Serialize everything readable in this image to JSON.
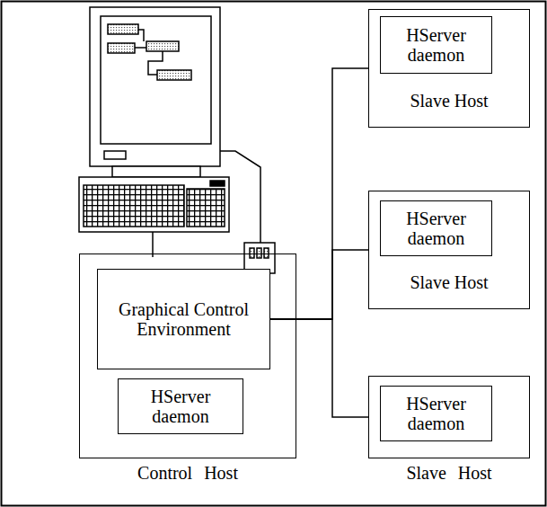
{
  "diagram": {
    "nodes": [
      {
        "text": [
          "Control Host"
        ]
      },
      {
        "text": [
          "Graphical Control Environment"
        ],
        "in": 0
      },
      {
        "text": [
          "HServer daemon"
        ],
        "in": 0
      },
      {
        "text": [
          "Slave Host"
        ]
      },
      {
        "text": [
          "HServer daemon"
        ],
        "in": 3
      },
      {
        "text": [
          "Slave Host"
        ]
      },
      {
        "text": [
          "HServer daemon"
        ],
        "in": 5
      },
      {
        "text": [
          "Slave Host"
        ]
      },
      {
        "text": [
          "HServer daemon"
        ],
        "in": 7
      }
    ],
    "edges": [
      {
        "from": 1,
        "to": 3,
        "arrow": "none"
      },
      {
        "from": 1,
        "to": 5,
        "arrow": "none"
      },
      {
        "from": 1,
        "to": 7,
        "arrow": "none"
      }
    ]
  }
}
